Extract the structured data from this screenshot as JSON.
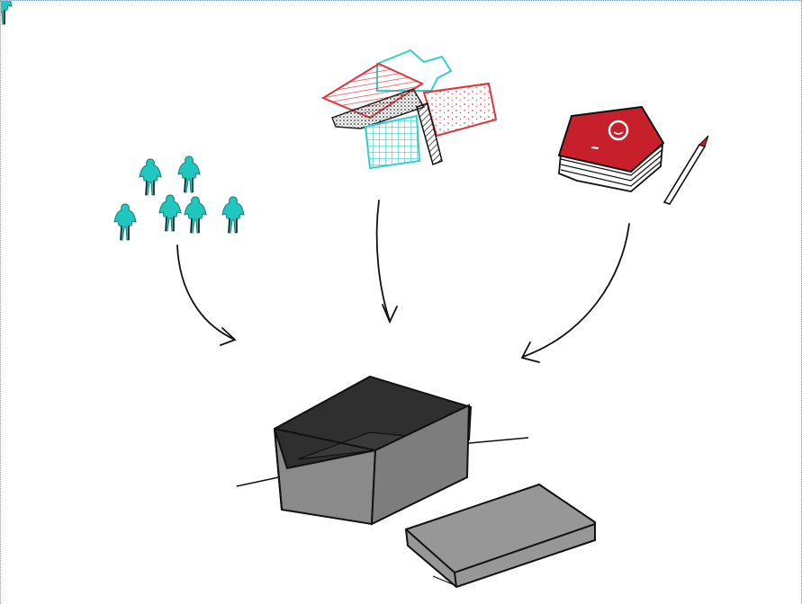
{
  "illustration": {
    "colors": {
      "people": "#1fc7c0",
      "house_red": "#e2343b",
      "house_cyan": "#2fd0cf",
      "book_red": "#c8202a",
      "box_dark": "#3a3a3a",
      "box_mid": "#8a8a8a",
      "box_light": "#979797",
      "ink": "#111111",
      "frame": "#6d8fb8"
    },
    "groups": [
      {
        "name": "people",
        "icon": "people-icon",
        "count": 7
      },
      {
        "name": "house",
        "icon": "house-icon"
      },
      {
        "name": "books",
        "icon": "books-icon"
      },
      {
        "name": "open-box",
        "icon": "box-icon"
      },
      {
        "name": "box-lid",
        "icon": "lid-icon"
      }
    ],
    "arrows": 3
  }
}
